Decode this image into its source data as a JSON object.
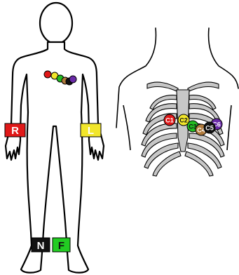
{
  "limb_leads": [
    {
      "id": "right-arm",
      "label": "R",
      "color": "#e01818",
      "text_color": "#ffffff"
    },
    {
      "id": "left-arm",
      "label": "L",
      "color": "#f2e62a",
      "text_color": "#ffffff"
    },
    {
      "id": "neutral",
      "label": "N",
      "color": "#111111",
      "text_color": "#ffffff"
    },
    {
      "id": "foot",
      "label": "F",
      "color": "#22cc22",
      "text_color": "#111111"
    }
  ],
  "chest_leads": [
    {
      "id": "c1",
      "label": "C1",
      "color": "#e01818",
      "text_color": "#ffffff"
    },
    {
      "id": "c2",
      "label": "C2",
      "color": "#f2e62a",
      "text_color": "#111111"
    },
    {
      "id": "c3",
      "label": "C3",
      "color": "#22bb22",
      "text_color": "#111111"
    },
    {
      "id": "c4",
      "label": "C4",
      "color": "#b07a3c",
      "text_color": "#ffffff"
    },
    {
      "id": "c5",
      "label": "C5",
      "color": "#111111",
      "text_color": "#ffffff"
    },
    {
      "id": "c6",
      "label": "C6",
      "color": "#6a2aa8",
      "text_color": "#ffffff"
    }
  ],
  "body_mini_dot_colors": [
    "#e01818",
    "#f2e62a",
    "#22bb22",
    "#b07a3c",
    "#111111",
    "#6a2aa8"
  ]
}
